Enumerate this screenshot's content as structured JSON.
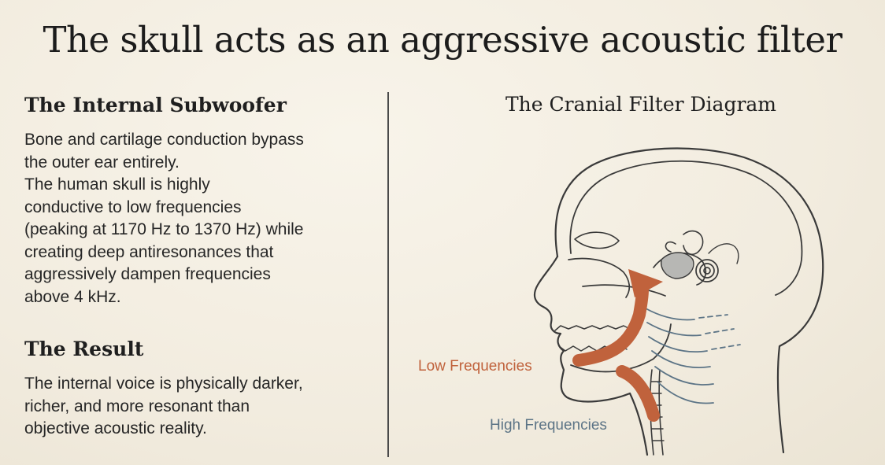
{
  "title": "The skull acts as an aggressive acoustic filter",
  "left": {
    "section1": {
      "heading": "The Internal Subwoofer",
      "lines": [
        "Bone and cartilage conduction bypass",
        "the outer ear entirely.",
        "The human skull is highly",
        "conductive to low frequencies",
        "(peaking at 1170 Hz to 1370 Hz) while",
        "creating deep antiresonances that",
        "aggressively dampen frequencies",
        "above 4 kHz."
      ]
    },
    "section2": {
      "heading": "The Result",
      "lines": [
        "The internal voice is physically darker,",
        "richer, and more resonant than",
        "objective acoustic reality."
      ]
    }
  },
  "diagram": {
    "title": "The Cranial Filter Diagram",
    "low_label": "Low Frequencies",
    "high_label": "High Frequencies",
    "colors": {
      "low": "#c0623c",
      "high": "#5c7486",
      "line": "#3a3a3a"
    }
  }
}
